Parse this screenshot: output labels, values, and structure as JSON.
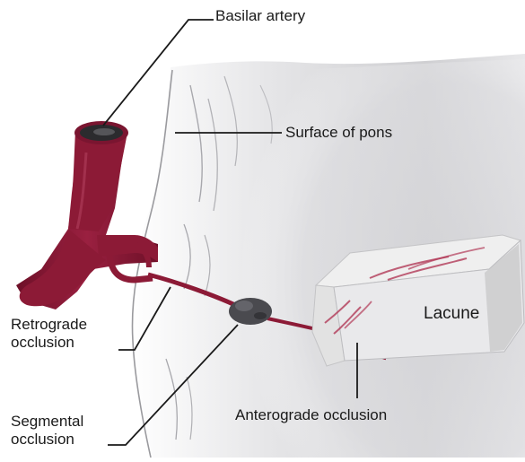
{
  "labels": {
    "basilar_artery": "Basilar artery",
    "surface_of_pons": "Surface of pons",
    "lacune": "Lacune",
    "retrograde_line1": "Retrograde",
    "retrograde_line2": "occlusion",
    "segmental_line1": "Segmental",
    "segmental_line2": "occlusion",
    "anterograde": "Anterograde occlusion"
  },
  "colors": {
    "artery": "#8c1a36",
    "artery_dark": "#5e0f22",
    "pons_shadow": "#c9c9cb",
    "lacune_face": "#eeeeee",
    "lacune_side": "#d8d8d8",
    "clot": "#4a4a4f",
    "leader_line": "#1a1a1a"
  }
}
